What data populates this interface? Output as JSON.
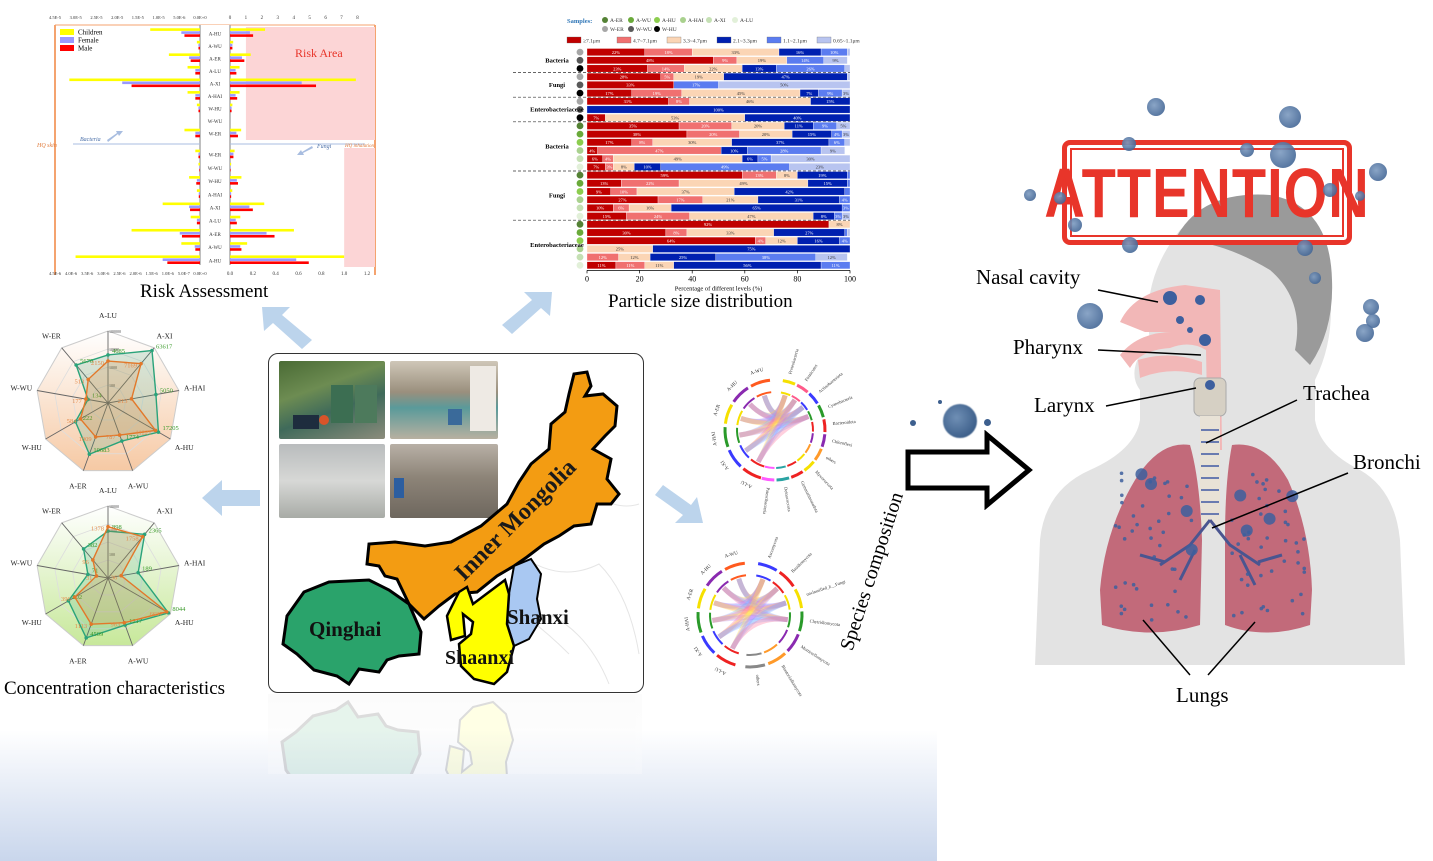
{
  "captions": {
    "risk": "Risk Assessment",
    "particle": "Particle size distribution",
    "concentration": "Concentration characteristics",
    "species": "Species composition"
  },
  "risk_chart": {
    "legend": [
      "Children",
      "Female",
      "Male"
    ],
    "risk_area_label": "Risk Area",
    "left_axis_label": "HQ skin",
    "right_axis_label": "HQ inhalation",
    "bacteria_label": "Bacteria",
    "fungi_label": "Fungi",
    "top_ticks_left": [
      "4.5E-5",
      "3.0E-5",
      "2.5E-5",
      "2.0E-5",
      "1.5E-5",
      "1.0E-5",
      "5.0E-6",
      "0.0E+0"
    ],
    "top_ticks_right": [
      "0",
      "1",
      "2",
      "3",
      "4",
      "5",
      "6",
      "7",
      "8"
    ],
    "bottom_ticks_left": [
      "4.5E-6",
      "4.0E-6",
      "3.5E-6",
      "3.0E-6",
      "2.5E-6",
      "2.0E-6",
      "1.5E-6",
      "1.0E-6",
      "5.0E-7",
      "0.0E+0"
    ],
    "bottom_ticks_right": [
      "0.0",
      "0.2",
      "0.4",
      "0.6",
      "0.8",
      "1.0",
      "1.2"
    ]
  },
  "chart_data": [
    {
      "type": "bar",
      "title": "Risk Assessment - Bacteria",
      "orientation": "horizontal-diverging",
      "categories": [
        "A-HU",
        "A-WU",
        "A-ER",
        "A-LU",
        "A-XI",
        "A-HAI",
        "W-HU",
        "W-WU",
        "W-ER"
      ],
      "skin_xlim": [
        0,
        4.5e-05
      ],
      "inhalation_xlim": [
        0,
        8
      ],
      "risk_threshold": 1,
      "series": [
        {
          "name": "Children",
          "skin": [
            1.6e-05,
            1e-06,
            1e-05,
            4e-06,
            4.2e-05,
            4e-06,
            1e-06,
            0,
            5e-06
          ],
          "inhalation": [
            2.2,
            0.2,
            1.3,
            0.6,
            7.9,
            0.6,
            0.15,
            0,
            0.7
          ]
        },
        {
          "name": "Female",
          "skin": [
            6e-06,
            5e-07,
            3.5e-06,
            1.5e-06,
            2.5e-05,
            1.5e-06,
            5e-07,
            0,
            1.5e-06
          ],
          "inhalation": [
            1.25,
            0.15,
            0.75,
            0.35,
            4.5,
            0.35,
            0.1,
            0,
            0.4
          ]
        },
        {
          "name": "Male",
          "skin": [
            5e-06,
            5e-07,
            3e-06,
            1.5e-06,
            2.2e-05,
            1.5e-06,
            5e-07,
            0,
            1.5e-06
          ],
          "inhalation": [
            1.45,
            0.15,
            0.9,
            0.4,
            5.4,
            0.45,
            0.1,
            0,
            0.5
          ]
        }
      ]
    },
    {
      "type": "bar",
      "title": "Risk Assessment - Fungi",
      "orientation": "horizontal-diverging",
      "categories": [
        "W-ER",
        "W-WU",
        "W-HU",
        "A-HAI",
        "A-XI",
        "A-LU",
        "A-ER",
        "A-WU",
        "A-HU"
      ],
      "skin_xlim": [
        0,
        4.5e-06
      ],
      "inhalation_xlim": [
        0,
        1.2
      ],
      "risk_threshold": 1,
      "series": [
        {
          "name": "Children",
          "skin": [
            1.5e-07,
            5e-08,
            3.5e-07,
            1e-07,
            1.2e-06,
            3e-07,
            2.2e-06,
            6e-07,
            4e-06
          ],
          "inhalation": [
            0.04,
            0.01,
            0.1,
            0.02,
            0.3,
            0.09,
            0.56,
            0.15,
            1.0
          ]
        },
        {
          "name": "Female",
          "skin": [
            5e-08,
            2e-08,
            1e-07,
            4e-08,
            3.5e-07,
            1e-07,
            6.5e-07,
            1.7e-07,
            1.2e-06
          ],
          "inhalation": [
            0.03,
            0.005,
            0.06,
            0.01,
            0.17,
            0.05,
            0.32,
            0.09,
            0.58
          ]
        },
        {
          "name": "Male",
          "skin": [
            5e-08,
            2e-08,
            1.2e-07,
            4e-08,
            3.2e-07,
            1e-07,
            5.8e-07,
            1.5e-07,
            1.05e-06
          ],
          "inhalation": [
            0.03,
            0.005,
            0.07,
            0.01,
            0.2,
            0.06,
            0.39,
            0.1,
            0.69
          ]
        }
      ]
    },
    {
      "type": "bar",
      "title": "Particle size distribution",
      "orientation": "horizontal-stacked-100",
      "xlabel": "Percentage of different levels (%)",
      "xlim": [
        0,
        100
      ],
      "xticks": [
        "0",
        "20",
        "40",
        "60",
        "80",
        "100"
      ],
      "samples_label": "Samples:",
      "sample_legend": [
        "A-ER",
        "A-WU",
        "A-HU",
        "A-HAI",
        "A-XI",
        "A-LU",
        "W-ER",
        "W-WU",
        "W-HU"
      ],
      "size_levels": [
        "≥7.1μm",
        "4.7~7.1μm",
        "3.3~4.7μm",
        "2.1~3.3μm",
        "1.1~2.1μm",
        "0.65~1.1μm"
      ],
      "groups": [
        {
          "label": "Bacteria",
          "rows": [
            {
              "sample": "W-ER",
              "values": [
                22,
                18,
                33,
                16,
                10,
                1
              ]
            },
            {
              "sample": "W-WU",
              "values": [
                48,
                9,
                19,
                0,
                14,
                9
              ]
            },
            {
              "sample": "W-HU",
              "values": [
                23,
                14,
                22,
                13,
                26,
                2
              ]
            }
          ]
        },
        {
          "label": "Fungi",
          "rows": [
            {
              "sample": "W-ER",
              "values": [
                28,
                5,
                19,
                47,
                0,
                1
              ]
            },
            {
              "sample": "W-WU",
              "values": [
                33,
                0,
                0,
                0,
                17,
                50
              ]
            },
            {
              "sample": "W-HU",
              "values": [
                17,
                19,
                45,
                7,
                9,
                3
              ]
            }
          ]
        },
        {
          "label": "Enterobacteriaceae",
          "rows": [
            {
              "sample": "W-ER",
              "values": [
                31,
                8,
                46,
                15,
                0,
                0
              ]
            },
            {
              "sample": "W-WU",
              "values": [
                0,
                0,
                0,
                100,
                0,
                0
              ]
            },
            {
              "sample": "W-HU",
              "values": [
                7,
                0,
                53,
                40,
                0,
                0
              ]
            }
          ]
        },
        {
          "label": "Bacteria",
          "rows": [
            {
              "sample": "A-ER",
              "values": [
                35,
                20,
                20,
                11,
                9,
                5
              ]
            },
            {
              "sample": "A-WU",
              "values": [
                38,
                20,
                20,
                15,
                4,
                3
              ]
            },
            {
              "sample": "A-HU",
              "values": [
                17,
                8,
                30,
                37,
                6,
                2
              ]
            },
            {
              "sample": "A-HAI",
              "values": [
                4,
                47,
                0,
                10,
                28,
                9
              ]
            },
            {
              "sample": "A-XI",
              "values": [
                6,
                4,
                49,
                6,
                5,
                30
              ]
            },
            {
              "sample": "A-LU",
              "values": [
                7,
                3,
                8,
                10,
                49,
                23
              ]
            }
          ]
        },
        {
          "label": "Fungi",
          "rows": [
            {
              "sample": "A-ER",
              "values": [
                59,
                13,
                8,
                19,
                1,
                0
              ]
            },
            {
              "sample": "A-WU",
              "values": [
                13,
                22,
                49,
                15,
                1,
                0
              ]
            },
            {
              "sample": "A-HU",
              "values": [
                9,
                10,
                37,
                42,
                2,
                0
              ]
            },
            {
              "sample": "A-HAI",
              "values": [
                27,
                17,
                21,
                31,
                4,
                0
              ]
            },
            {
              "sample": "A-XI",
              "values": [
                10,
                6,
                16,
                65,
                3,
                0
              ]
            },
            {
              "sample": "A-LU",
              "values": [
                15,
                24,
                47,
                8,
                3,
                3
              ]
            }
          ]
        },
        {
          "label": "Enterobacteriaceae",
          "rows": [
            {
              "sample": "A-ER",
              "values": [
                92,
                0,
                8,
                0,
                0,
                0
              ]
            },
            {
              "sample": "A-WU",
              "values": [
                30,
                8,
                33,
                27,
                1,
                1
              ]
            },
            {
              "sample": "A-HU",
              "values": [
                64,
                4,
                12,
                16,
                4,
                0
              ]
            },
            {
              "sample": "A-HAI",
              "values": [
                0,
                0,
                25,
                75,
                0,
                0
              ]
            },
            {
              "sample": "A-XI",
              "values": [
                0,
                12,
                12,
                25,
                38,
                12
              ]
            },
            {
              "sample": "A-LU",
              "values": [
                11,
                11,
                11,
                56,
                11,
                0
              ]
            }
          ]
        }
      ]
    },
    {
      "type": "radar",
      "title": "Concentration characteristics - top",
      "axes": [
        "A-LU",
        "A-XI",
        "A-HAI",
        "A-HU",
        "A-WU",
        "A-ER",
        "W-HU",
        "W-WU",
        "W-ER"
      ],
      "scale": "log",
      "rlim": [
        10,
        100000
      ],
      "rticks": [
        "100",
        "1000",
        "10000",
        "100000"
      ],
      "series": [
        {
          "name": "green",
          "values": [
            4685,
            63617,
            5050,
            17205,
            1774,
            10683,
            1222,
            134,
            5670
          ]
        },
        {
          "name": "orange",
          "values": [
            2150,
            7169,
            213,
            11221,
            787,
            1009,
            584,
            177,
            513
          ]
        }
      ]
    },
    {
      "type": "radar",
      "title": "Concentration characteristics - bottom",
      "axes": [
        "A-LU",
        "A-XI",
        "A-HAI",
        "A-HU",
        "A-WU",
        "A-ER",
        "W-HU",
        "W-WU",
        "W-ER"
      ],
      "scale": "log",
      "rlim": [
        10,
        10000
      ],
      "rticks": [
        "100",
        "1000",
        "10000"
      ],
      "series": [
        {
          "name": "green",
          "values": [
            898,
            2365,
            189,
            8044,
            1217,
            4509,
            802,
            71,
            382
          ]
        },
        {
          "name": "orange",
          "values": [
            1378,
            1758,
            36,
            6637,
            963,
            1113,
            396,
            31,
            96
          ]
        }
      ]
    }
  ],
  "map": {
    "regions": [
      {
        "name": "Inner Mongolia",
        "color": "#f39c12"
      },
      {
        "name": "Qinghai",
        "color": "#2aa36b"
      },
      {
        "name": "Shaanxi",
        "color": "#ffff00"
      },
      {
        "name": "Shanxi",
        "color": "#a9c8f2"
      }
    ]
  },
  "chord_top": {
    "samples": [
      "A-WU",
      "A-HU",
      "A-ER",
      "A-HAI",
      "A-XI",
      "A-LU"
    ],
    "taxa": [
      "Proteobacteria",
      "Firmicutes",
      "Actinobacteriota",
      "Cyanobacteria",
      "Bacteroidota",
      "Chloroflexi",
      "others",
      "Myxococcota",
      "Gemmatimonadota",
      "Deinococcota",
      "Patescibacteria"
    ]
  },
  "chord_bottom": {
    "samples": [
      "A-WU",
      "A-HU",
      "A-ER",
      "A-HAI",
      "A-XI",
      "A-LU"
    ],
    "taxa": [
      "Ascomycota",
      "Basidiomycota",
      "unclassified_k__Fungi",
      "Chytridiomycota",
      "Mortierellomycota",
      "Blastocladiomycota",
      "others"
    ]
  },
  "attention_stamp": "ATTENTION",
  "organs": [
    "Nasal cavity",
    "Pharynx",
    "Larynx",
    "Trachea",
    "Bronchi",
    "Lungs"
  ],
  "colors": {
    "arrow_blue": "#bcd4ec",
    "risk_pink": "#fcd5d6",
    "stamp_red": "#e8352a",
    "size_colors": [
      "#c00000",
      "#f07070",
      "#fbd5b5",
      "#0020b0",
      "#5b7cf0",
      "#b8c4f0"
    ],
    "sample_colors": [
      "#548235",
      "#6aaa3a",
      "#8ccd4e",
      "#a9d18e",
      "#c5e0b4",
      "#e2f0d9",
      "#a6a6a6",
      "#595959",
      "#000000"
    ]
  }
}
